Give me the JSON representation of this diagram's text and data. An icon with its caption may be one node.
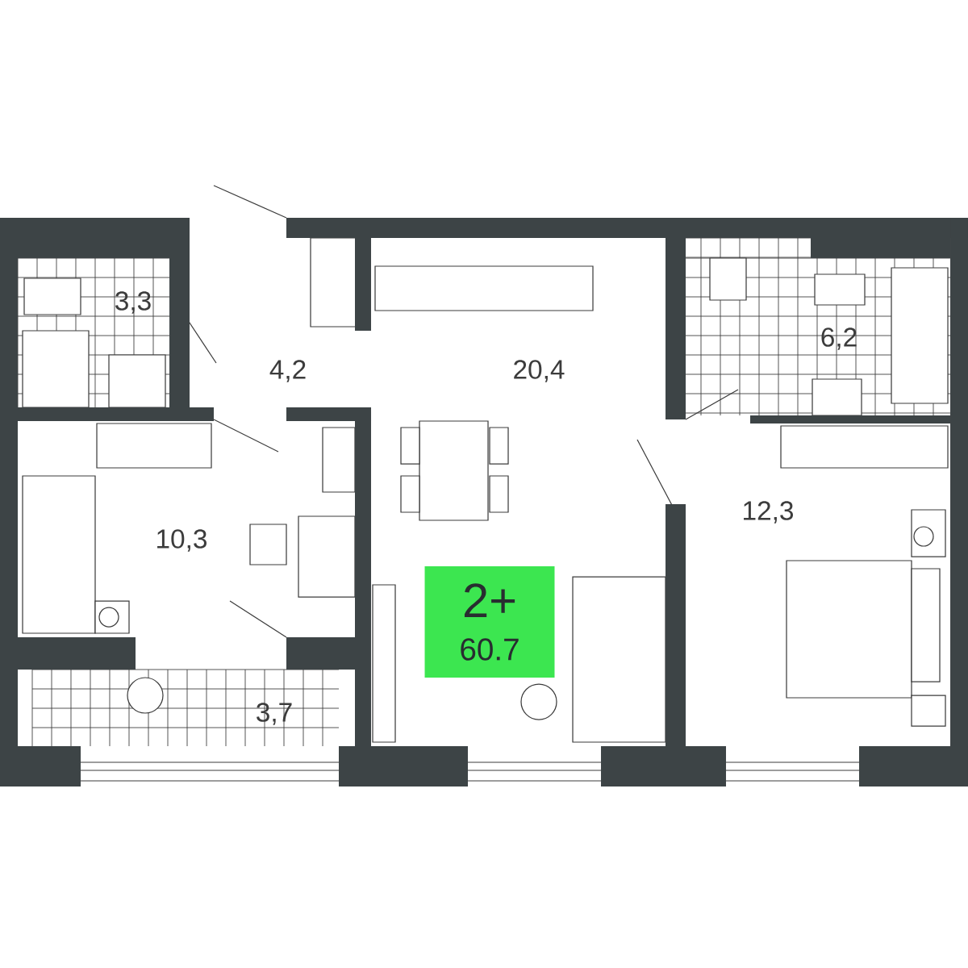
{
  "diagram": {
    "nodes": [
      {
        "text": [
          "2+",
          "60.7"
        ]
      }
    ],
    "labels": [
      "3,3",
      "4,2",
      "20,4",
      "6,2",
      "10,3",
      "12,3",
      "3,7"
    ]
  }
}
